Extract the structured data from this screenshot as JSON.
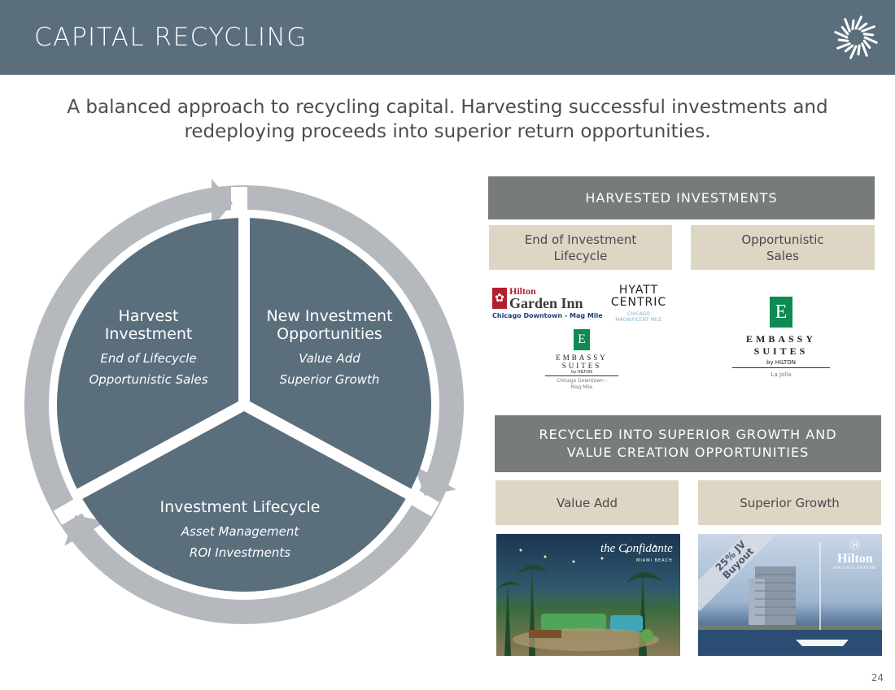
{
  "header": {
    "title": "CAPITAL RECYCLING"
  },
  "subtitle": {
    "line1": "A balanced approach to recycling capital. Harvesting successful investments and",
    "line2": "redeploying proceeds into superior return opportunities."
  },
  "cycle": {
    "harvest": {
      "title_line1": "Harvest",
      "title_line2": "Investment",
      "sub1": "End of Lifecycle",
      "sub2": "Opportunistic Sales"
    },
    "new_investment": {
      "title_line1": "New Investment",
      "title_line2": "Opportunities",
      "sub1": "Value Add",
      "sub2": "Superior Growth"
    },
    "lifecycle": {
      "title": "Investment Lifecycle",
      "sub1": "Asset Management",
      "sub2": "ROI Investments"
    }
  },
  "harvested": {
    "heading": "HARVESTED INVESTMENTS",
    "col1": {
      "line1": "End of Investment",
      "line2": "Lifecycle"
    },
    "col2": {
      "line1": "Opportunistic",
      "line2": "Sales"
    }
  },
  "logos": {
    "hilton_gi": {
      "brand": "Hilton",
      "name": "Garden Inn",
      "location": "Chicago Downtown - Mag Mile"
    },
    "hyatt": {
      "line1": "HYATT",
      "line2": "CENTRIC",
      "loc1": "CHICAGO",
      "loc2": "MAGNIFICENT MILE"
    },
    "embassy_small": {
      "line1": "EMBASSY",
      "line2": "SUITES",
      "by": "by HILTON",
      "loc1": "Chicago Downtown -",
      "loc2": "Mag Mile"
    },
    "embassy_large": {
      "line1": "EMBASSY",
      "line2": "SUITES",
      "by": "by HILTON",
      "loc": "La Jolla"
    }
  },
  "recycled": {
    "heading_line1": "RECYCLED INTO SUPERIOR GROWTH AND",
    "heading_line2": "VALUE CREATION OPPORTUNITIES",
    "col1": "Value Add",
    "col2": "Superior Growth"
  },
  "photos": {
    "confidante": {
      "script": "the Confidante",
      "sub": "MIAMI BEACH"
    },
    "hilton_sd": {
      "banner_line1": "25% JV",
      "banner_line2": "Buyout",
      "brand": "Hilton",
      "sub": "SAN DIEGO BAYFRONT"
    }
  },
  "page_number": "24",
  "colors": {
    "header": "#5a6e7c",
    "segment": "#5a6e7c",
    "ring": "#b5b9bd",
    "dark_box": "#777b7b",
    "tan_box": "#ddd6c5"
  }
}
